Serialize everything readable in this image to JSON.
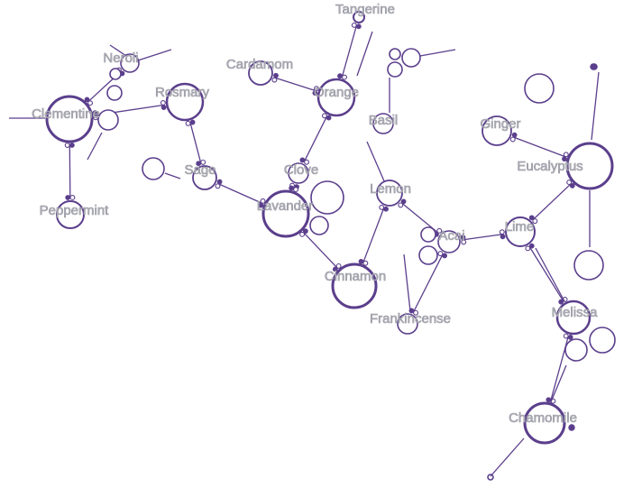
{
  "colors": {
    "accent": "#5b3f8c",
    "label": "#a9a9b3",
    "background": "#ffffff"
  },
  "nodes": [
    {
      "id": "tangerine",
      "label": "Tangerine"
    },
    {
      "id": "neroli",
      "label": "Neroli"
    },
    {
      "id": "cardamom",
      "label": "Cardamom"
    },
    {
      "id": "orange",
      "label": "Orange"
    },
    {
      "id": "rosmary",
      "label": "Rosmary"
    },
    {
      "id": "basil",
      "label": "Basil"
    },
    {
      "id": "clementine",
      "label": "Clementine"
    },
    {
      "id": "ginger",
      "label": "Ginger"
    },
    {
      "id": "eucalyptus",
      "label": "Eucalyptus"
    },
    {
      "id": "sage",
      "label": "Sage"
    },
    {
      "id": "clove",
      "label": "Clove"
    },
    {
      "id": "lemon",
      "label": "Lemon"
    },
    {
      "id": "lavander",
      "label": "Lavander"
    },
    {
      "id": "peppermint",
      "label": "Peppermint"
    },
    {
      "id": "acai",
      "label": "Acai"
    },
    {
      "id": "lime",
      "label": "Lime"
    },
    {
      "id": "cinnamon",
      "label": "Cinnamon"
    },
    {
      "id": "frankincense",
      "label": "Frankincense"
    },
    {
      "id": "melissa",
      "label": "Melissa"
    },
    {
      "id": "chamomile",
      "label": "Chamomile"
    }
  ],
  "edges": [
    [
      "tangerine",
      "orange"
    ],
    [
      "cardamom",
      "orange"
    ],
    [
      "orange",
      "clove"
    ],
    [
      "clove",
      "lavander"
    ],
    [
      "sage",
      "lavander"
    ],
    [
      "rosmary",
      "sage"
    ],
    [
      "clementine",
      "rosmary"
    ],
    [
      "neroli",
      "clementine"
    ],
    [
      "clementine",
      "peppermint"
    ],
    [
      "lavander",
      "cinnamon"
    ],
    [
      "lemon",
      "cinnamon"
    ],
    [
      "lemon",
      "acai"
    ],
    [
      "acai",
      "frankincense"
    ],
    [
      "acai",
      "lime"
    ],
    [
      "lime",
      "eucalyptus"
    ],
    [
      "ginger",
      "eucalyptus"
    ],
    [
      "lime",
      "melissa"
    ],
    [
      "melissa",
      "chamomile"
    ]
  ]
}
